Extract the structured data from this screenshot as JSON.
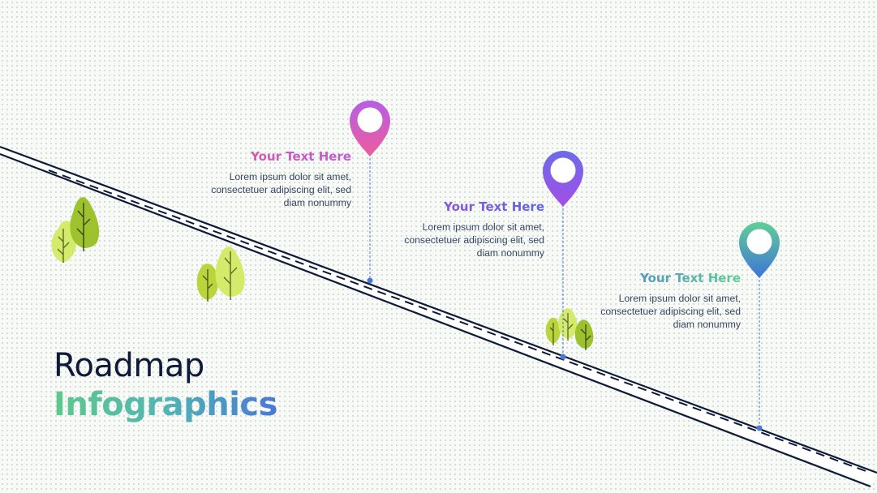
{
  "title": {
    "line1": "Roadmap",
    "line2": "Infographics"
  },
  "milestones": [
    {
      "title": "Your Text Here",
      "body": "Lorem ipsum dolor sit amet, consectetuer adipiscing elit, sed diam nonummy",
      "pin_colors": [
        "#b65ee6",
        "#ee5c9c"
      ]
    },
    {
      "title": "Your Text Here",
      "body": "Lorem ipsum dolor sit amet, consectetuer adipiscing elit, sed diam nonummy",
      "pin_colors": [
        "#6c6be8",
        "#a34fe6"
      ]
    },
    {
      "title": "Your Text Here",
      "body": "Lorem ipsum dolor sit amet, consectetuer adipiscing elit, sed diam nonummy",
      "pin_colors": [
        "#5fcf97",
        "#3f74d8"
      ]
    }
  ],
  "colors": {
    "road": "#0e1a38",
    "connector": "#4a77d8",
    "tree_dark": "#9dc22e",
    "tree_light": "#d4ea6a"
  }
}
